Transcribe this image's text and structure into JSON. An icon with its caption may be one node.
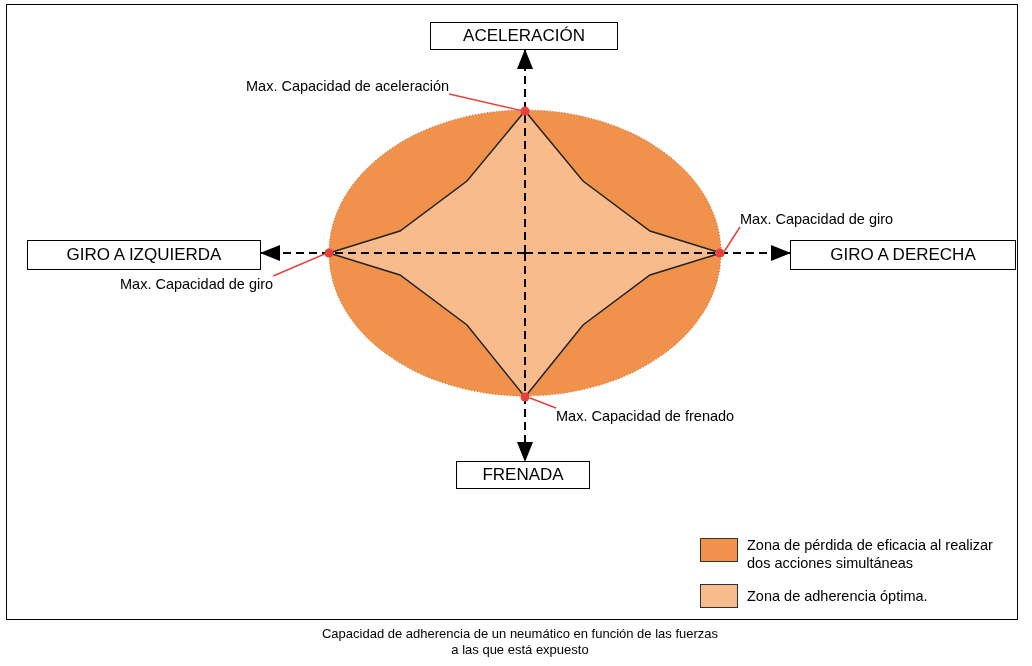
{
  "diagram": {
    "caption": "Capacidad de adherencia de un neumático en función de las fuerzas a las que está expuesto",
    "nodes": [
      {
        "text": [
          "ACELERACIÓN"
        ]
      },
      {
        "text": [
          "Max. Capacidad de aceleración"
        ]
      },
      {
        "text": [],
        "shape": "circle"
      },
      {
        "text": [
          "Max. Capacidad de giro"
        ]
      },
      {
        "text": [
          "GIRO A IZQUIERDA"
        ]
      },
      {
        "text": [],
        "shape": "circle"
      },
      {
        "text": [],
        "shape": "circle"
      },
      {
        "text": [
          "GIRO A DERECHA"
        ]
      },
      {
        "text": [
          "Max. Capacidad de giro"
        ]
      },
      {
        "text": [],
        "shape": "circle"
      },
      {
        "text": [
          "Max. Capacidad de frenado"
        ]
      },
      {
        "text": [
          "FRENADA"
        ]
      }
    ],
    "edges": [
      {
        "from": null,
        "to": 0,
        "arrow": "to",
        "style": "dashed"
      },
      {
        "from": null,
        "to": 4,
        "arrow": "to",
        "style": "dashed"
      },
      {
        "from": null,
        "to": 7,
        "arrow": "to",
        "style": "dashed"
      },
      {
        "from": null,
        "to": 11,
        "arrow": "to",
        "style": "dashed"
      },
      {
        "from": 1,
        "to": 2,
        "arrow": "none",
        "color": "#e8413c"
      },
      {
        "from": 3,
        "to": 6,
        "arrow": "none",
        "color": "#e8413c"
      },
      {
        "from": 8,
        "to": 5,
        "arrow": "none",
        "color": "#e8413c"
      },
      {
        "from": 10,
        "to": 9,
        "arrow": "none",
        "color": "#e8413c"
      }
    ],
    "legend": [
      {
        "text": "Zona de pérdida de eficacia al realizar dos acciones simultáneas",
        "color": "#f0924c"
      },
      {
        "text": "Zona de adherencia óptima.",
        "color": "#f8bc8c"
      }
    ]
  }
}
